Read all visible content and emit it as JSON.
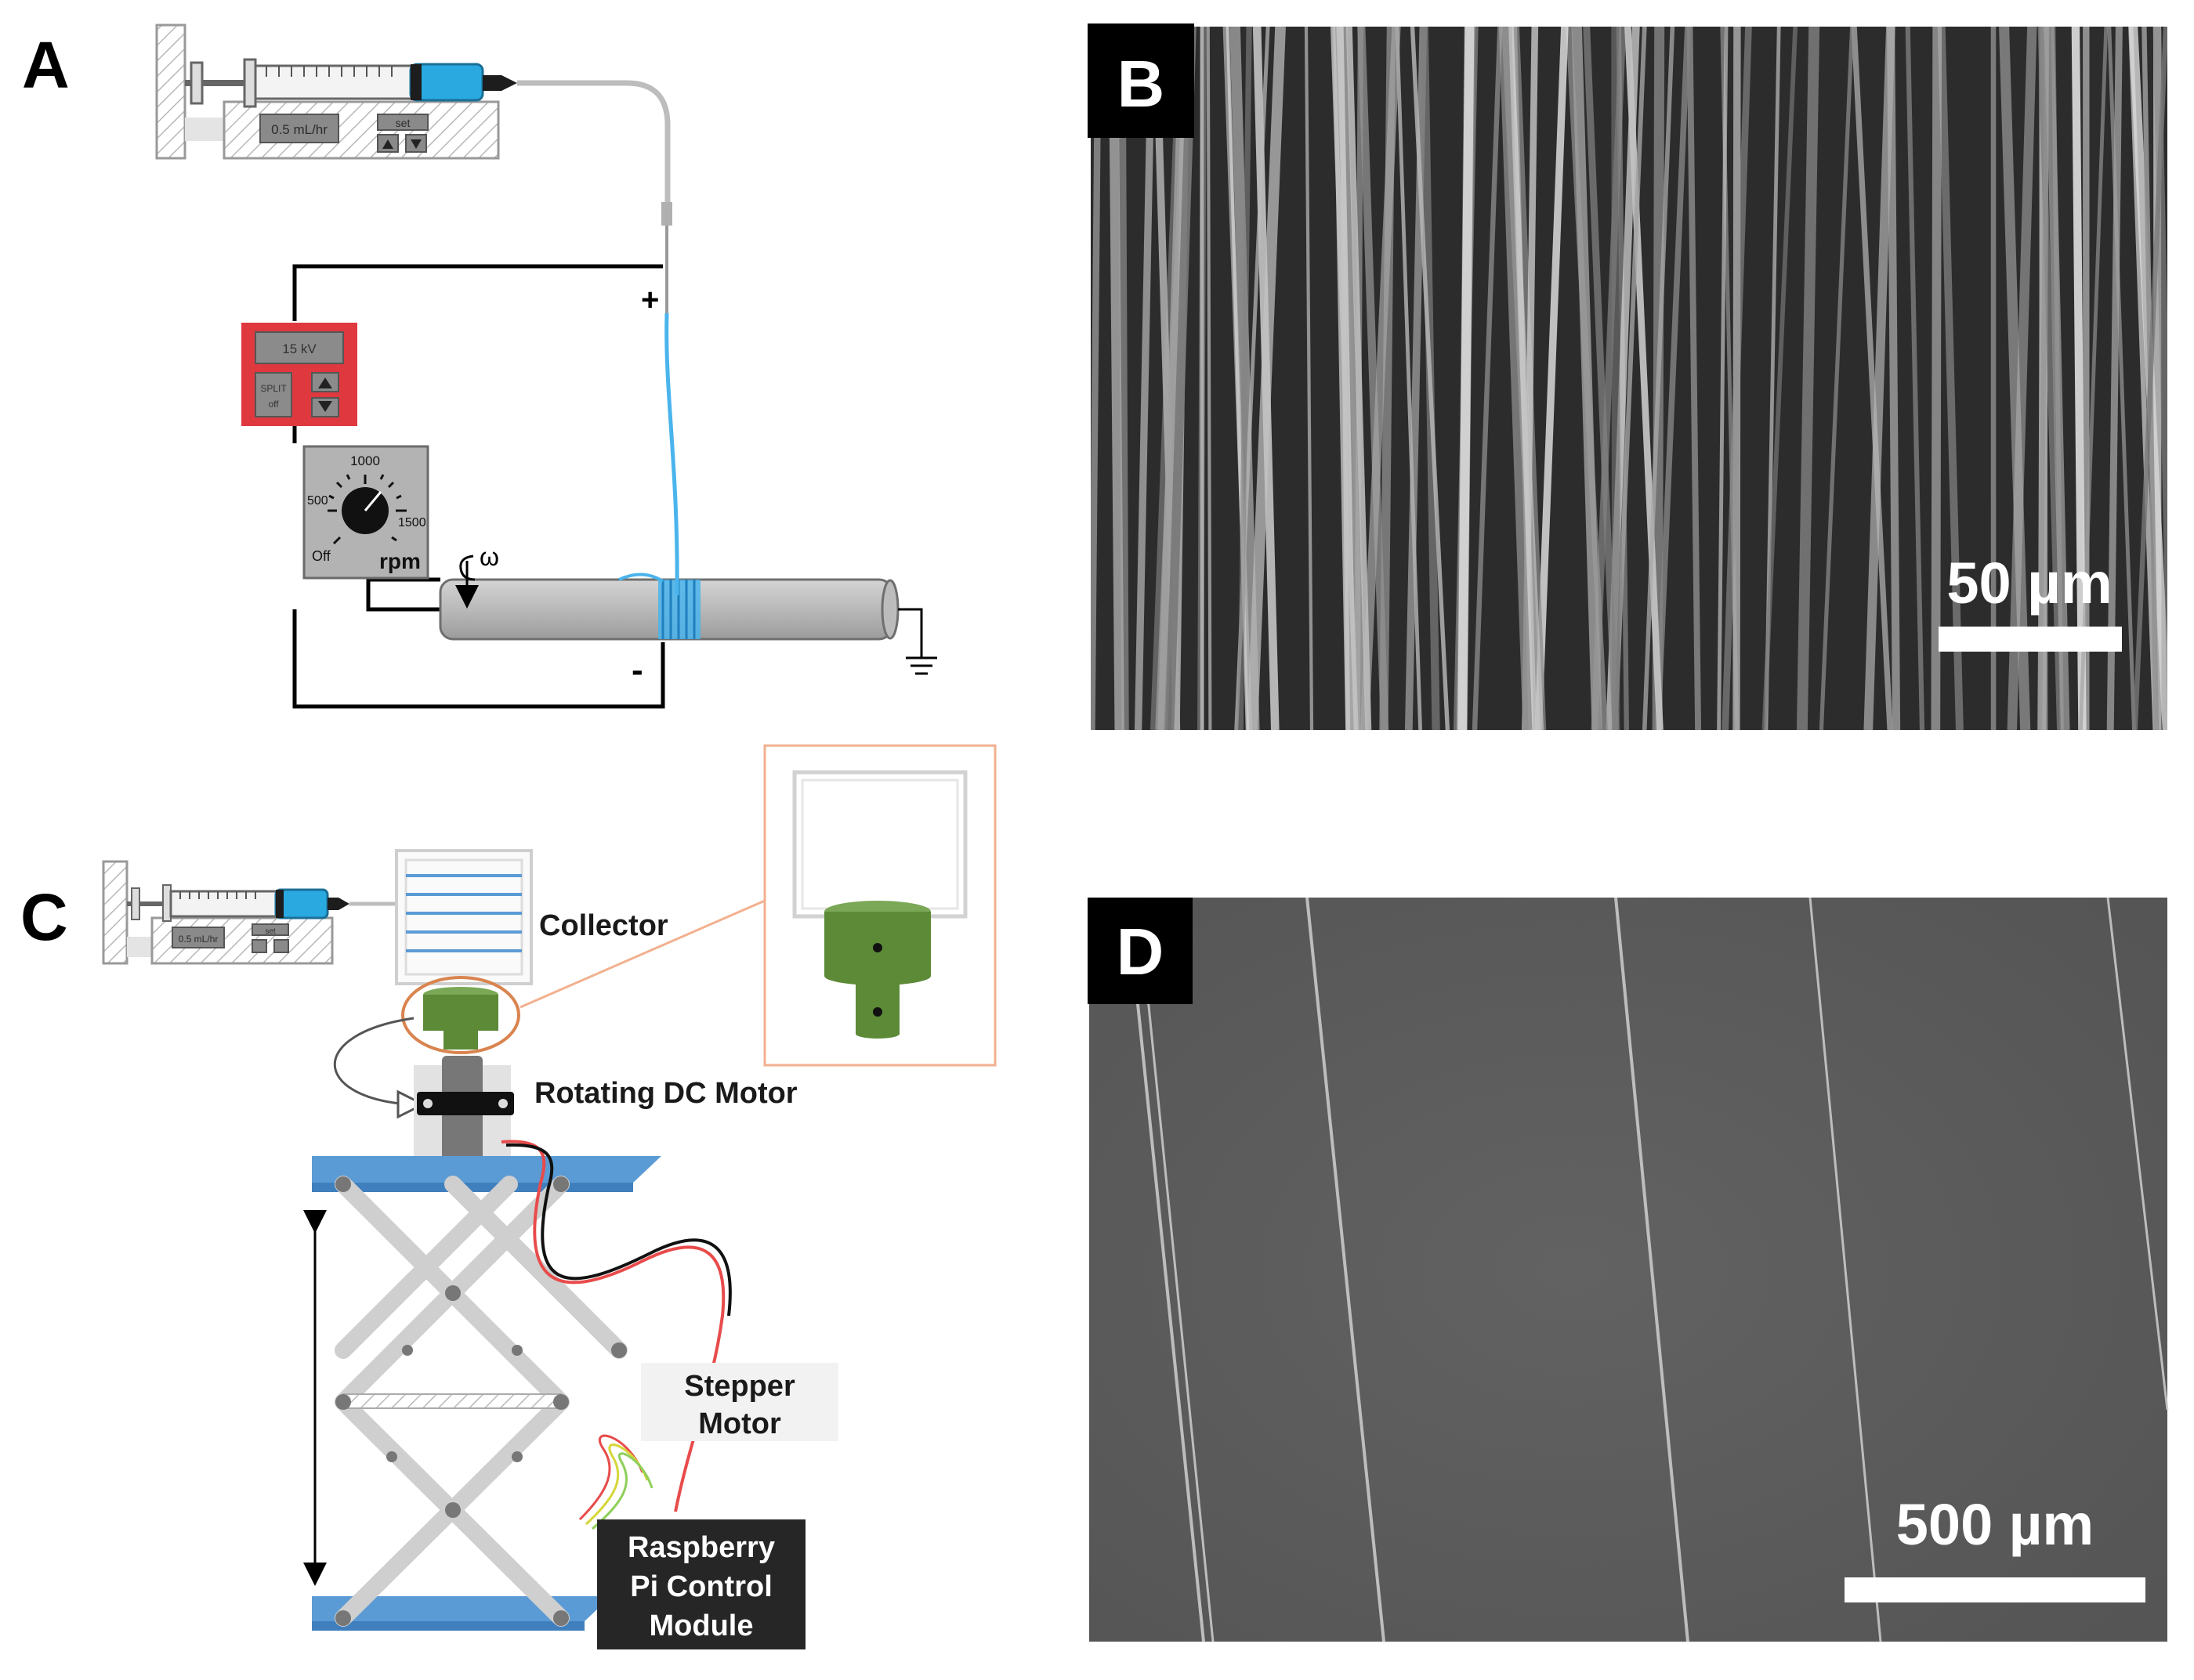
{
  "panels": {
    "a": {
      "letter": "A",
      "pump_rate": "0.5 mL/hr",
      "pump_button": "set",
      "hv_display": "15 kV",
      "hv_button_1": "SPLIT",
      "hv_button_2": "off",
      "dial_1000": "1000",
      "dial_500": "500",
      "dial_1500": "1500",
      "dial_off": "Off",
      "dial_unit": "rpm",
      "omega": "ω",
      "plus": "+",
      "minus": "-"
    },
    "b": {
      "letter": "B",
      "scale": "50 µm"
    },
    "c": {
      "letter": "C",
      "pump_rate": "0.5 mL/hr",
      "pump_button": "set",
      "collector": "Collector",
      "motor": "Rotating DC Motor",
      "stepper_1": "Stepper",
      "stepper_2": "Motor",
      "pi_1": "Raspberry",
      "pi_2": "Pi Control",
      "pi_3": "Module"
    },
    "d": {
      "letter": "D",
      "scale": "500 µm"
    }
  },
  "colors": {
    "syringe_blue": "#29a9e0",
    "fiber_blue": "#4ab4ec",
    "hv_red": "#e0383f",
    "stage_blue": "#5b9bd5",
    "collector_green": "#5c8a37",
    "sem_dark": "#2c2c2c",
    "sem_gray": "#5d5d5d"
  },
  "icons": [
    "syringe-pump-icon",
    "high-voltage-supply-icon",
    "speed-dial-icon",
    "ground-icon",
    "rotating-arrow-icon",
    "scissor-lift-icon"
  ]
}
